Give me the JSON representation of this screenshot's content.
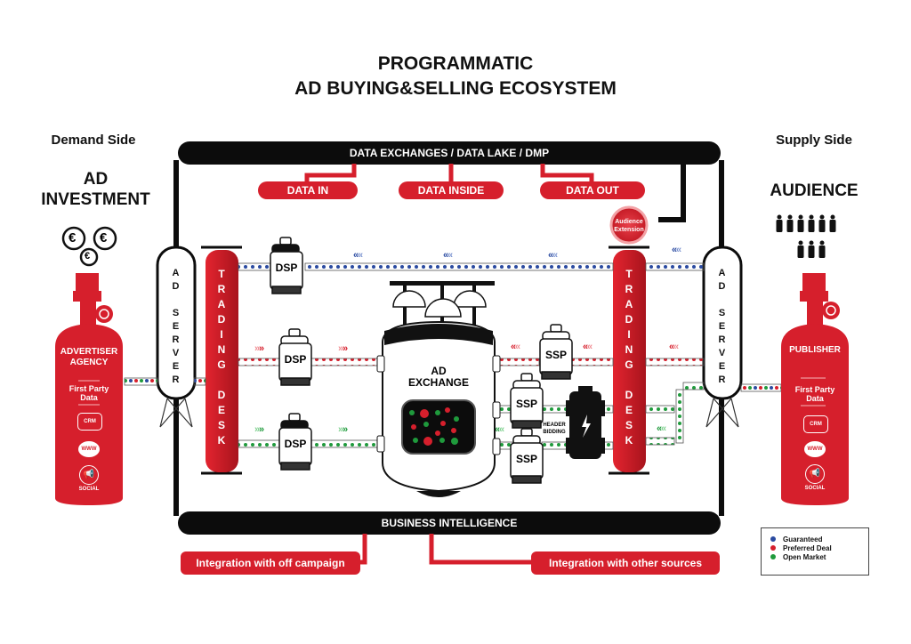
{
  "title": {
    "line1": "PROGRAMMATIC",
    "line2": "AD BUYING&SELLING ECOSYSTEM"
  },
  "demand_side": {
    "heading": "Demand Side",
    "subheading_line1": "AD",
    "subheading_line2": "INVESTMENT",
    "currency_symbol": "€",
    "tank": {
      "title_line1": "ADVERTISER",
      "title_line2": "AGENCY",
      "data_line1": "First Party",
      "data_line2": "Data",
      "icons": [
        "CRM",
        "WWW",
        "SOCIAL"
      ]
    }
  },
  "supply_side": {
    "heading": "Supply Side",
    "subheading": "AUDIENCE",
    "tank": {
      "title": "PUBLISHER",
      "data_line1": "First Party",
      "data_line2": "Data",
      "icons": [
        "CRM",
        "WWW",
        "SOCIAL"
      ]
    }
  },
  "top_bar": {
    "label": "DATA EXCHANGES / DATA LAKE / DMP",
    "branches": [
      "DATA IN",
      "DATA INSIDE",
      "DATA OUT"
    ]
  },
  "audience_extension": {
    "line1": "Audience",
    "line2": "Extension"
  },
  "ad_server_left": {
    "letters": [
      "A",
      "D",
      "",
      "S",
      "E",
      "R",
      "V",
      "E",
      "R"
    ]
  },
  "ad_server_right": {
    "letters": [
      "A",
      "D",
      "",
      "S",
      "E",
      "R",
      "V",
      "E",
      "R"
    ]
  },
  "trading_desk_left": {
    "letters": [
      "T",
      "R",
      "A",
      "D",
      "I",
      "N",
      "G",
      "",
      "D",
      "E",
      "S",
      "K"
    ]
  },
  "trading_desk_right": {
    "letters": [
      "T",
      "R",
      "A",
      "D",
      "I",
      "N",
      "G",
      "",
      "D",
      "E",
      "S",
      "K"
    ]
  },
  "dsp_units": [
    "DSP",
    "DSP",
    "DSP"
  ],
  "ssp_units": [
    "SSP",
    "SSP",
    "SSP"
  ],
  "ad_exchange": {
    "line1": "AD",
    "line2": "EXCHANGE"
  },
  "header_bidding": {
    "line1": "HEADER",
    "line2": "BIDDING"
  },
  "bottom_bar": {
    "label": "BUSINESS INTELLIGENCE",
    "branches": [
      "Integration with off campaign",
      "Integration with other sources"
    ]
  },
  "legend": {
    "items": [
      {
        "label": "Guaranteed",
        "color": "#2a4aa0"
      },
      {
        "label": "Preferred Deal",
        "color": "#d61f2c"
      },
      {
        "label": "Open Market",
        "color": "#1f9a3c"
      }
    ]
  },
  "colors": {
    "brand_red": "#d61f2c",
    "pipe_black": "#0c0c0c",
    "guaranteed": "#2a4aa0",
    "preferred": "#d61f2c",
    "open_market": "#1f9a3c"
  }
}
